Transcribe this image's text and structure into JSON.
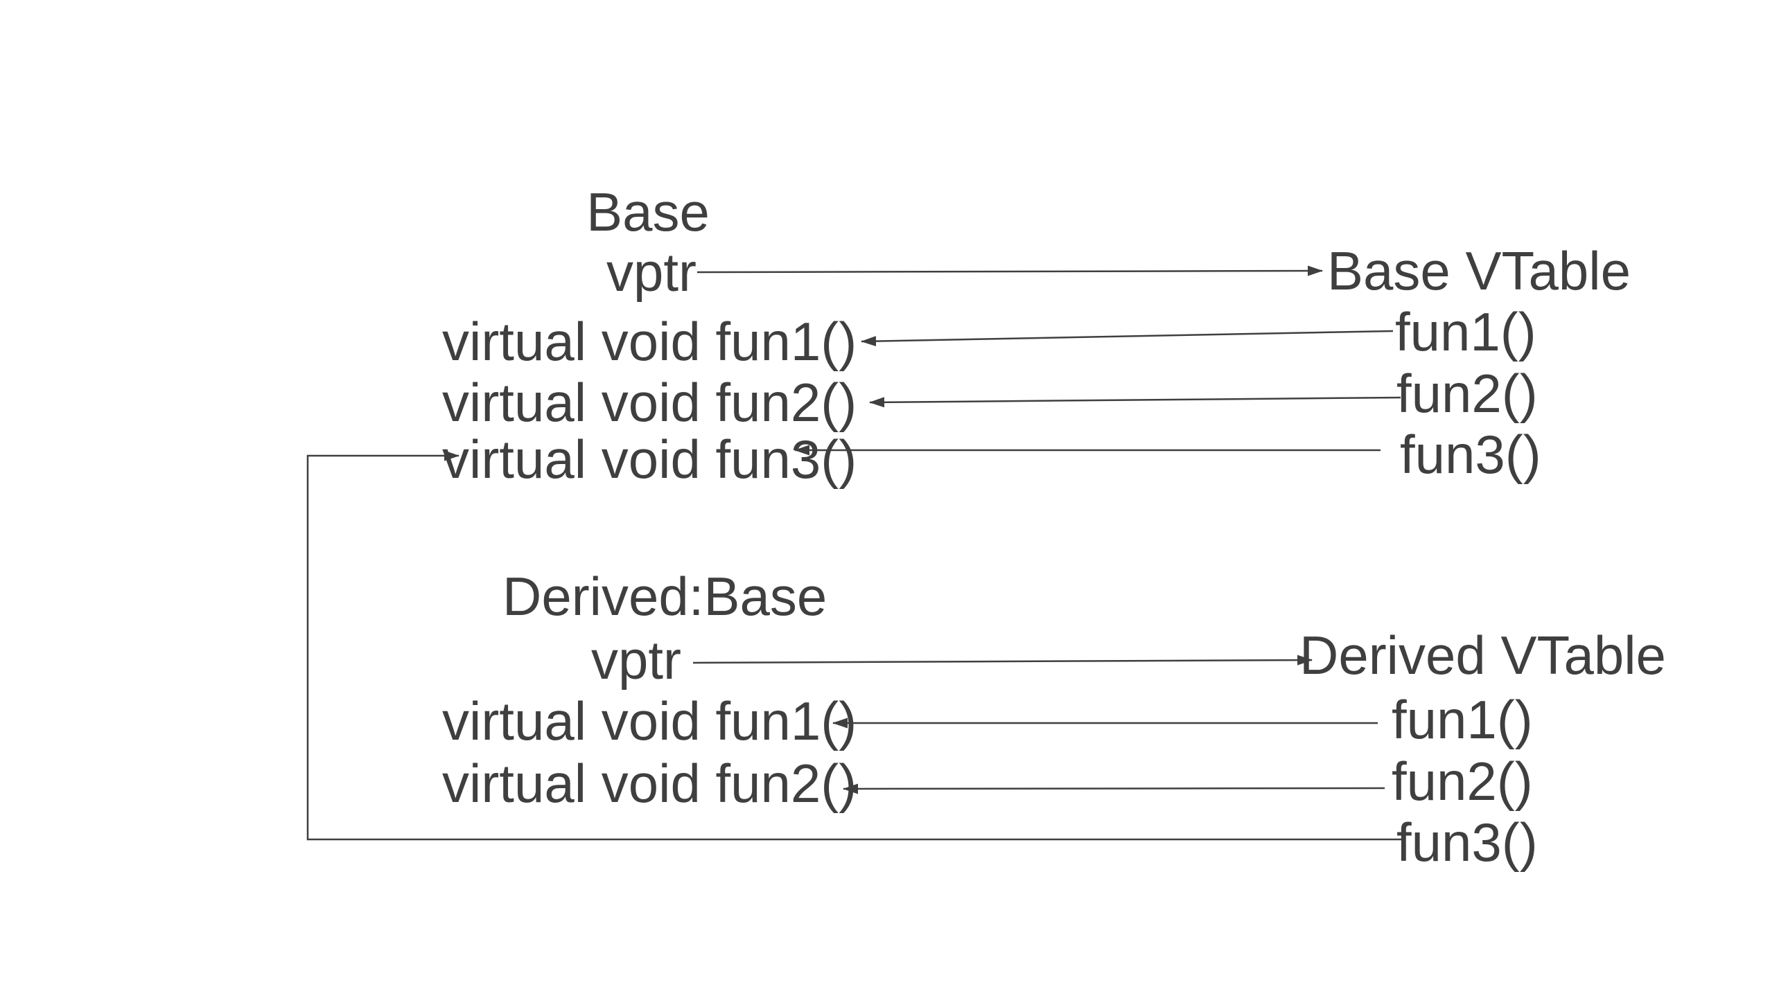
{
  "diagram": {
    "base_class": {
      "title": "Base",
      "vptr_label": "vptr",
      "members": [
        "virtual void fun1()",
        "virtual void fun2()",
        "virtual void fun3()"
      ]
    },
    "base_vtable": {
      "title": "Base VTable",
      "entries": [
        "fun1()",
        "fun2()",
        "fun3()"
      ]
    },
    "derived_class": {
      "title": "Derived:Base",
      "vptr_label": "vptr",
      "members": [
        "virtual void fun1()",
        "virtual void fun2()"
      ]
    },
    "derived_vtable": {
      "title": "Derived VTable",
      "entries": [
        "fun1()",
        "fun2()",
        "fun3()"
      ]
    },
    "colors": {
      "ink": "#3f3f3f",
      "background": "#ffffff"
    }
  }
}
